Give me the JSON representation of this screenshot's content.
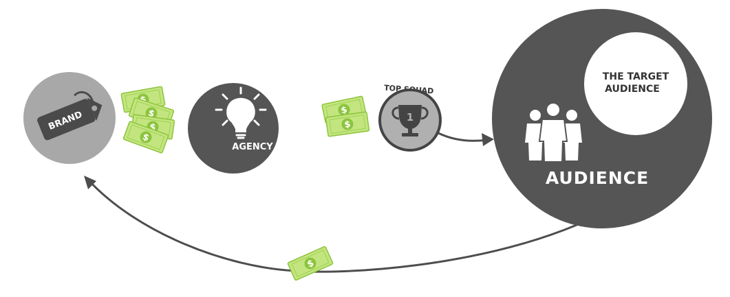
{
  "nodes": {
    "brand": {
      "label": "BRAND",
      "icon": "price-tag-icon"
    },
    "agency": {
      "label": "AGENCY",
      "icon": "lightbulb-icon"
    },
    "top_squad": {
      "label": "TOP SQUAD",
      "rank": "1",
      "icon": "trophy-icon"
    },
    "audience": {
      "label": "AUDIENCE",
      "icon": "people-group-icon"
    },
    "target_audience": {
      "line1": "THE TARGET",
      "line2": "AUDIENCE"
    }
  },
  "colors": {
    "dark_circle": "#555555",
    "light_circle": "#a8a8a8",
    "tag": "#4a4a4a",
    "money_green": "#bfe27a",
    "money_dark": "#8cc43e",
    "arrow": "#4d4d4d",
    "white": "#ffffff"
  },
  "icons": {
    "money": "dollar-bill-icon",
    "arrow": "arrow-icon"
  }
}
